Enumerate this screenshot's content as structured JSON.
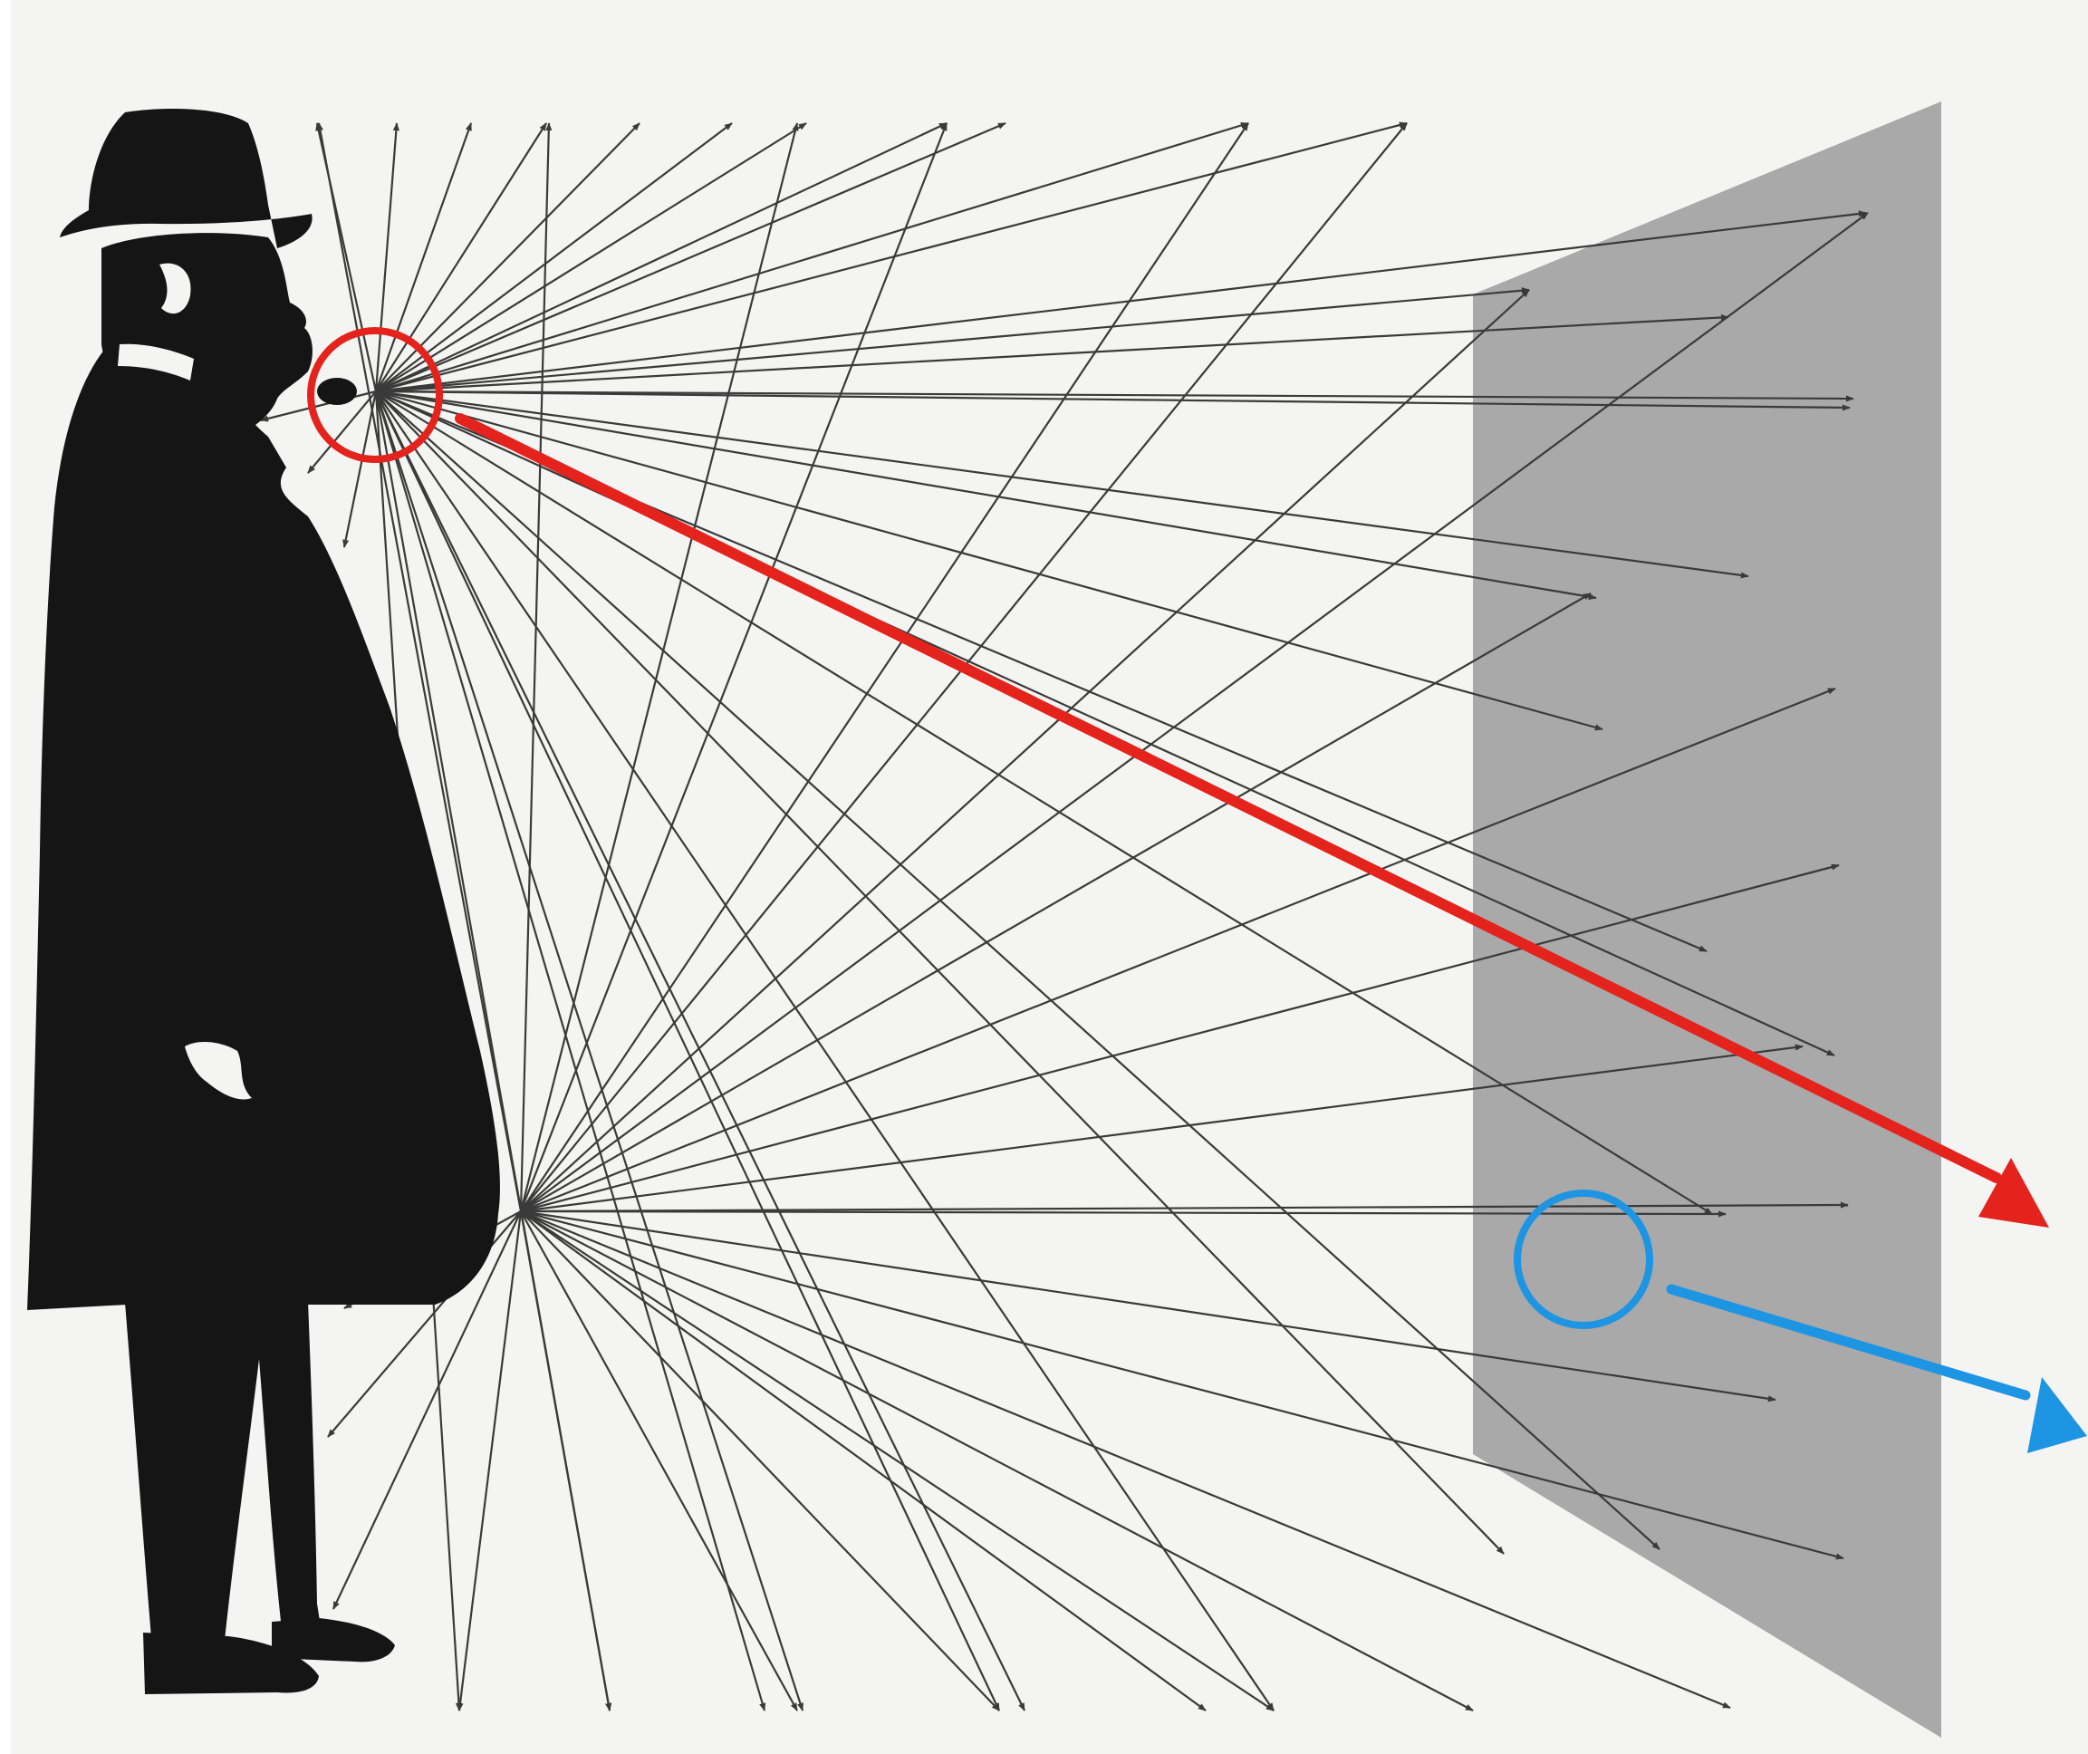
{
  "colors": {
    "background": "#f4f4f2",
    "wall": "#a9a9a9",
    "rays": "#3a3a3a",
    "silhouette": "#151515",
    "mouth_highlight": "#e3231c",
    "mouth_arrow": "#e3231c",
    "reflection_highlight": "#1d95e3",
    "reflection_arrow": "#1d95e3"
  },
  "elements": {
    "figure": "man-in-bowler-hat-silhouette",
    "wall": "reflecting-wall",
    "upper_source": "mouth-sound-source",
    "lower_source": "lower-ray-source",
    "red_marker": "circle-highlighting-mouth",
    "blue_marker": "circle-highlighting-wall-reflection"
  }
}
